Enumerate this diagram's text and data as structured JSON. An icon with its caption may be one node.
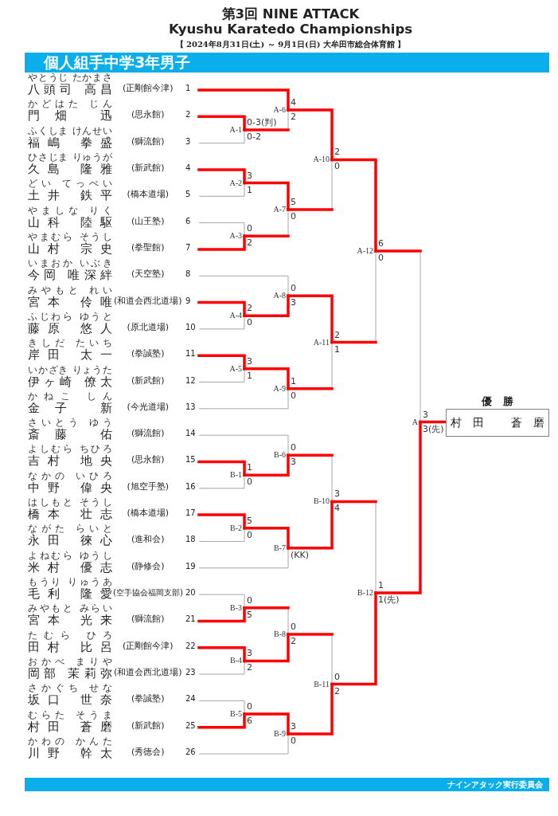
{
  "diagram": {
    "title": "第3回 NINE ATTACK Kyushu Karatedo Championships",
    "nodes": [
      {
        "text": [
          "個人組手中学3年男子"
        ]
      },
      {
        "text": [
          "やとうじ たかまさ",
          "八頭司 高昌",
          "(正剛館今津)",
          "1"
        ]
      },
      {
        "text": [
          "かどはた じん",
          "門畑 迅",
          "(思永館)",
          "2"
        ]
      },
      {
        "text": [
          "ふくしま けんせい",
          "福嶋 拳盛",
          "(獅流館)",
          "3"
        ]
      },
      {
        "text": [
          "ひさじま りゅうが",
          "久島 隆雅",
          "(新武館)",
          "4"
        ]
      },
      {
        "text": [
          "どい てっぺい",
          "土井 鉄平",
          "(橋本道場)",
          "5"
        ]
      },
      {
        "text": [
          "やましな りく",
          "山科 陸駆",
          "(山王塾)",
          "6"
        ]
      },
      {
        "text": [
          "やまむら そうし",
          "山村 宗史",
          "(拳聖館)",
          "7"
        ]
      },
      {
        "text": [
          "いまおか いぶき",
          "今岡 唯深絆",
          "(天空塾)",
          "8"
        ]
      },
      {
        "text": [
          "みやもと れい",
          "宮本 伶唯",
          "(和道会西北道場)",
          "9"
        ]
      },
      {
        "text": [
          "ふじわら ゆうと",
          "藤原 悠人",
          "(原北道場)",
          "10"
        ]
      },
      {
        "text": [
          "きしだ たいち",
          "岸田 太一",
          "(拳誠塾)",
          "11"
        ]
      },
      {
        "text": [
          "いかざき りょうた",
          "伊ヶ崎 僚太",
          "(新武館)",
          "12"
        ]
      },
      {
        "text": [
          "かねこ しん",
          "金子 新",
          "(今光道場)",
          "13"
        ]
      },
      {
        "text": [
          "さいとう ゆう",
          "斎藤 佑",
          "(獅流館)",
          "14"
        ]
      },
      {
        "text": [
          "よしむら ちひろ",
          "吉村 地央",
          "(思永館)",
          "15"
        ]
      },
      {
        "text": [
          "なかの いひろ",
          "中野 偉央",
          "(旭空手塾)",
          "16"
        ]
      },
      {
        "text": [
          "はしもと そうし",
          "橋本 壮志",
          "(橋本道場)",
          "17"
        ]
      },
      {
        "text": [
          "ながた らいと",
          "永田 徠心",
          "(進和会)",
          "18"
        ]
      },
      {
        "text": [
          "よねむら ゆうし",
          "米村 優志",
          "(静修会)",
          "19"
        ]
      },
      {
        "text": [
          "もうり りゅうあ",
          "毛利 隆愛",
          "(空手協会福岡支部)",
          "20"
        ]
      },
      {
        "text": [
          "みやもと みらい",
          "宮本 光来",
          "(獅流館)",
          "21"
        ]
      },
      {
        "text": [
          "たむら ひろ",
          "田村 比呂",
          "(正剛館今津)",
          "22"
        ]
      },
      {
        "text": [
          "おかべ まりや",
          "岡部 茉莉弥",
          "(和道会西北道場)",
          "23"
        ]
      },
      {
        "text": [
          "さかぐち せな",
          "坂口 世奈",
          "(拳誠塾)",
          "24"
        ]
      },
      {
        "text": [
          "むらた そうま",
          "村田 蒼磨",
          "(新武館)",
          "25"
        ]
      },
      {
        "text": [
          "かわの かんた",
          "川野 幹太",
          "(秀徳会)",
          "26"
        ]
      },
      {
        "text": [
          "A-1"
        ]
      },
      {
        "text": [
          "A-2"
        ]
      },
      {
        "text": [
          "A-3"
        ]
      },
      {
        "text": [
          "A-4"
        ]
      },
      {
        "text": [
          "A-5"
        ]
      },
      {
        "text": [
          "A-6"
        ]
      },
      {
        "text": [
          "A-7"
        ]
      },
      {
        "text": [
          "A-8"
        ]
      },
      {
        "text": [
          "A-9"
        ]
      },
      {
        "text": [
          "A-10"
        ]
      },
      {
        "text": [
          "A-11"
        ]
      },
      {
        "text": [
          "A-12"
        ]
      },
      {
        "text": [
          "B-1"
        ]
      },
      {
        "text": [
          "B-2"
        ]
      },
      {
        "text": [
          "B-3"
        ]
      },
      {
        "text": [
          "B-4"
        ]
      },
      {
        "text": [
          "B-5"
        ]
      },
      {
        "text": [
          "B-6"
        ]
      },
      {
        "text": [
          "B-7"
        ]
      },
      {
        "text": [
          "B-8"
        ]
      },
      {
        "text": [
          "B-9"
        ]
      },
      {
        "text": [
          "B-10"
        ]
      },
      {
        "text": [
          "B-11"
        ]
      },
      {
        "text": [
          "B-12"
        ]
      },
      {
        "text": [
          "A"
        ]
      },
      {
        "text": [
          "優勝",
          "村田 蒼磨"
        ]
      },
      {
        "text": [
          "ナインアタック実行委員会"
        ]
      }
    ],
    "edges": [
      {
        "from": 2,
        "to": 27,
        "arrow": "none",
        "label": "0-3(判)"
      },
      {
        "from": 3,
        "to": 27,
        "arrow": "none",
        "label": "0-2",
        "color": "#a6a6a6"
      },
      {
        "from": 4,
        "to": 28,
        "arrow": "none",
        "label": "3"
      },
      {
        "from": 5,
        "to": 28,
        "arrow": "none",
        "label": "1",
        "color": "#a6a6a6"
      },
      {
        "from": 6,
        "to": 29,
        "arrow": "none",
        "label": "0",
        "color": "#a6a6a6"
      },
      {
        "from": 7,
        "to": 29,
        "arrow": "none",
        "label": "2"
      },
      {
        "from": 9,
        "to": 30,
        "arrow": "none",
        "label": "2"
      },
      {
        "from": 10,
        "to": 30,
        "arrow": "none",
        "label": "0",
        "color": "#a6a6a6"
      },
      {
        "from": 11,
        "to": 31,
        "arrow": "none",
        "label": "3"
      },
      {
        "from": 12,
        "to": 31,
        "arrow": "none",
        "label": "1",
        "color": "#a6a6a6"
      },
      {
        "from": 1,
        "to": 32,
        "arrow": "none",
        "label": "4"
      },
      {
        "from": 27,
        "to": 32,
        "arrow": "none",
        "label": "2",
        "color": "#a6a6a6"
      },
      {
        "from": 28,
        "to": 33,
        "arrow": "none",
        "label": "5"
      },
      {
        "from": 29,
        "to": 33,
        "arrow": "none",
        "label": "0",
        "color": "#a6a6a6"
      },
      {
        "from": 8,
        "to": 34,
        "arrow": "none",
        "label": "0",
        "color": "#a6a6a6"
      },
      {
        "from": 30,
        "to": 34,
        "arrow": "none",
        "label": "3"
      },
      {
        "from": 31,
        "to": 35,
        "arrow": "none",
        "label": "1"
      },
      {
        "from": 13,
        "to": 35,
        "arrow": "none",
        "label": "0",
        "color": "#a6a6a6"
      },
      {
        "from": 32,
        "to": 36,
        "arrow": "none",
        "label": "2"
      },
      {
        "from": 33,
        "to": 36,
        "arrow": "none",
        "label": "0",
        "color": "#a6a6a6"
      },
      {
        "from": 34,
        "to": 37,
        "arrow": "none",
        "label": "2"
      },
      {
        "from": 35,
        "to": 37,
        "arrow": "none",
        "label": "1",
        "color": "#a6a6a6"
      },
      {
        "from": 36,
        "to": 38,
        "arrow": "none",
        "label": "6"
      },
      {
        "from": 37,
        "to": 38,
        "arrow": "none",
        "label": "0",
        "color": "#a6a6a6"
      },
      {
        "from": 15,
        "to": 39,
        "arrow": "none",
        "label": "1"
      },
      {
        "from": 16,
        "to": 39,
        "arrow": "none",
        "label": "0",
        "color": "#a6a6a6"
      },
      {
        "from": 17,
        "to": 40,
        "arrow": "none",
        "label": "5"
      },
      {
        "from": 18,
        "to": 40,
        "arrow": "none",
        "label": "0",
        "color": "#a6a6a6"
      },
      {
        "from": 20,
        "to": 41,
        "arrow": "none",
        "label": "0",
        "color": "#a6a6a6"
      },
      {
        "from": 21,
        "to": 41,
        "arrow": "none",
        "label": "5"
      },
      {
        "from": 22,
        "to": 42,
        "arrow": "none",
        "label": "3"
      },
      {
        "from": 23,
        "to": 42,
        "arrow": "none",
        "label": "2",
        "color": "#a6a6a6"
      },
      {
        "from": 24,
        "to": 43,
        "arrow": "none",
        "label": "0",
        "color": "#a6a6a6"
      },
      {
        "from": 25,
        "to": 43,
        "arrow": "none",
        "label": "6"
      },
      {
        "from": 14,
        "to": 44,
        "arrow": "none",
        "label": "0",
        "color": "#a6a6a6"
      },
      {
        "from": 39,
        "to": 44,
        "arrow": "none",
        "label": "3"
      },
      {
        "from": 40,
        "to": 45,
        "arrow": "none"
      },
      {
        "from": 19,
        "to": 45,
        "arrow": "none",
        "label": "(KK)",
        "color": "#a6a6a6"
      },
      {
        "from": 41,
        "to": 46,
        "arrow": "none",
        "label": "0",
        "color": "#a6a6a6"
      },
      {
        "from": 42,
        "to": 46,
        "arrow": "none",
        "label": "2"
      },
      {
        "from": 43,
        "to": 47,
        "arrow": "none",
        "label": "3"
      },
      {
        "from": 26,
        "to": 47,
        "arrow": "none",
        "label": "0",
        "color": "#a6a6a6"
      },
      {
        "from": 44,
        "to": 48,
        "arrow": "none",
        "label": "3",
        "color": "#a6a6a6"
      },
      {
        "from": 45,
        "to": 48,
        "arrow": "none",
        "label": "4"
      },
      {
        "from": 46,
        "to": 49,
        "arrow": "none",
        "label": "0",
        "color": "#a6a6a6"
      },
      {
        "from": 47,
        "to": 49,
        "arrow": "none",
        "label": "2"
      },
      {
        "from": 48,
        "to": 50,
        "arrow": "none",
        "label": "1",
        "color": "#a6a6a6"
      },
      {
        "from": 49,
        "to": 50,
        "arrow": "none",
        "label": "1(先)"
      },
      {
        "from": 38,
        "to": 51,
        "arrow": "none",
        "label": "3",
        "color": "#a6a6a6"
      },
      {
        "from": 50,
        "to": 51,
        "arrow": "none",
        "label": "3(先)"
      },
      {
        "from": 51,
        "to": 52,
        "arrow": "none"
      }
    ],
    "labels": [
      "【 2024年8月31日(土) ～ 9月1日(日) 大牟田市総合体育館 】"
    ]
  }
}
